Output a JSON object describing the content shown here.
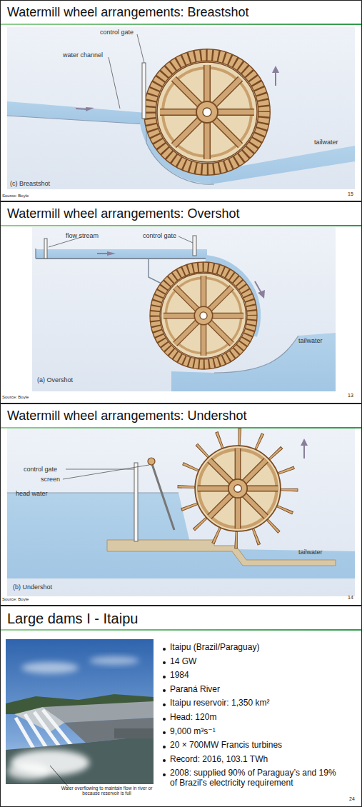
{
  "diagram": {
    "nodes": [
      {
        "text": [
          "Watermill wheel arrangements: Breastshot"
        ]
      },
      {
        "text": [
          "Watermill wheel arrangements: Overshot"
        ]
      },
      {
        "text": [
          "Watermill wheel arrangements: Undershot"
        ]
      },
      {
        "text": [
          "Large dams I - Itaipu"
        ]
      }
    ],
    "labels": [
      "control gate",
      "water channel",
      "tailwater",
      "(c) Breastshot",
      "Source: Boyle",
      "15",
      "flow stream",
      "control gate",
      "tailwater",
      "(a) Overshot",
      "Source: Boyle",
      "13",
      "control gate",
      "screen",
      "head water",
      "tailwater",
      "(b) Undershot",
      "Source: Boyle",
      "14",
      "Water overflowing to maintain flow in river or because reservoir is full",
      "Itaipu (Brazil/Paraguay)",
      "14 GW",
      "1984",
      "Paraná River",
      "Itaipu reservoir: 1,350 km²",
      "Head: 120m",
      "9,000 m³s⁻¹",
      "20 × 700MW Francis turbines",
      "Record: 2016, 103.1 TWh",
      "2008: supplied 90% of Paraguay’s and 19% of Brazil’s electricity requirement",
      "24"
    ]
  }
}
